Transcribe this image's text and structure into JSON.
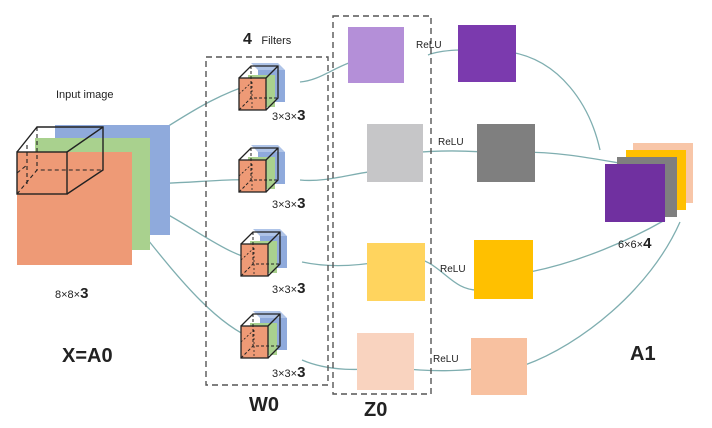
{
  "labels": {
    "input_image": "Input image",
    "filters_count": "4",
    "filters_word": "Filters",
    "input_dims_small": "8×8×",
    "input_dims_big": "3",
    "filter_dims_small": "3×3×",
    "filter_dims_big": "3",
    "output_dims_small": "6×6×",
    "output_dims_big": "4",
    "x_a0": "X=A0",
    "w0": "W0",
    "z0": "Z0",
    "a1": "A1",
    "relu": "ReLU"
  },
  "colors": {
    "input_front": "#EE9A76",
    "input_middle": "#A9D18E",
    "input_back": "#8FAADC",
    "z_maps": [
      "#B48FD8",
      "#C6C6C8",
      "#FFD45E",
      "#F9D3BF"
    ],
    "a_maps": [
      "#7B3AAE",
      "#7F7F7F",
      "#FFC000",
      "#F8C1A0"
    ],
    "stack": [
      "#F8C6A8",
      "#FFC000",
      "#7F7F7F",
      "#7030A0"
    ],
    "connector": "#7FAEB0"
  }
}
